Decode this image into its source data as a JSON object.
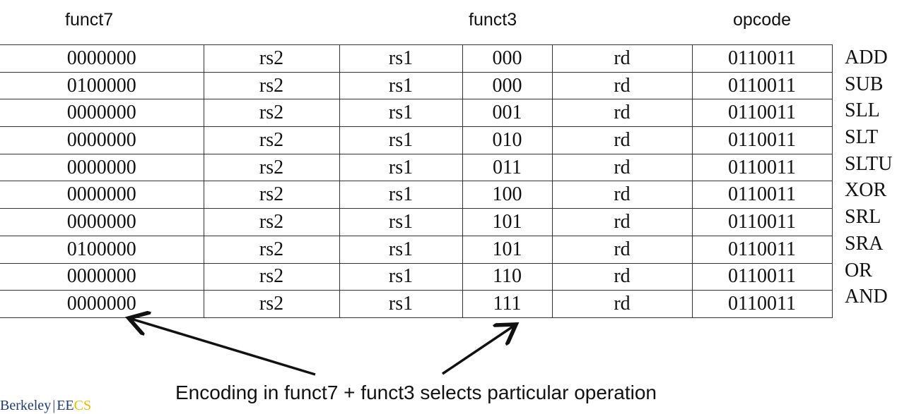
{
  "field_labels": {
    "funct7": "funct7",
    "funct3": "funct3",
    "opcode": "opcode"
  },
  "rows": [
    {
      "funct7": "0000000",
      "rs2": "rs2",
      "rs1": "rs1",
      "funct3": "000",
      "rd": "rd",
      "opcode": "0110011",
      "mnemonic": "ADD"
    },
    {
      "funct7": "0100000",
      "rs2": "rs2",
      "rs1": "rs1",
      "funct3": "000",
      "rd": "rd",
      "opcode": "0110011",
      "mnemonic": "SUB"
    },
    {
      "funct7": "0000000",
      "rs2": "rs2",
      "rs1": "rs1",
      "funct3": "001",
      "rd": "rd",
      "opcode": "0110011",
      "mnemonic": "SLL"
    },
    {
      "funct7": "0000000",
      "rs2": "rs2",
      "rs1": "rs1",
      "funct3": "010",
      "rd": "rd",
      "opcode": "0110011",
      "mnemonic": "SLT"
    },
    {
      "funct7": "0000000",
      "rs2": "rs2",
      "rs1": "rs1",
      "funct3": "011",
      "rd": "rd",
      "opcode": "0110011",
      "mnemonic": "SLTU"
    },
    {
      "funct7": "0000000",
      "rs2": "rs2",
      "rs1": "rs1",
      "funct3": "100",
      "rd": "rd",
      "opcode": "0110011",
      "mnemonic": "XOR"
    },
    {
      "funct7": "0000000",
      "rs2": "rs2",
      "rs1": "rs1",
      "funct3": "101",
      "rd": "rd",
      "opcode": "0110011",
      "mnemonic": "SRL"
    },
    {
      "funct7": "0100000",
      "rs2": "rs2",
      "rs1": "rs1",
      "funct3": "101",
      "rd": "rd",
      "opcode": "0110011",
      "mnemonic": "SRA"
    },
    {
      "funct7": "0000000",
      "rs2": "rs2",
      "rs1": "rs1",
      "funct3": "110",
      "rd": "rd",
      "opcode": "0110011",
      "mnemonic": "OR"
    },
    {
      "funct7": "0000000",
      "rs2": "rs2",
      "rs1": "rs1",
      "funct3": "111",
      "rd": "rd",
      "opcode": "0110011",
      "mnemonic": "AND"
    }
  ],
  "caption": "Encoding in funct7 + funct3 selects particular operation",
  "logo": {
    "institution": "Berkeley",
    "separator": "|",
    "ee": "EE",
    "cs": "CS"
  },
  "colors": {
    "text": "#111111",
    "logo_blue": "#1f3b73",
    "logo_gold": "#f2b800"
  }
}
